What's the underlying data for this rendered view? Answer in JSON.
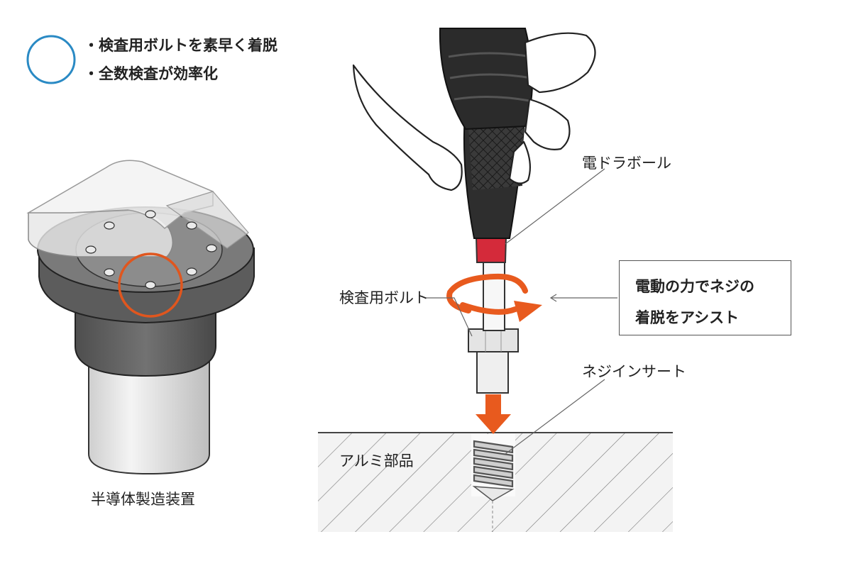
{
  "legend": {
    "bullets": [
      "・検査用ボルトを素早く着脱",
      "・全数検査が効率化"
    ],
    "marker_color": "#2a8ac4"
  },
  "labels": {
    "driver": "電ドラボール",
    "bolt": "検査用ボルト",
    "insert": "ネジインサート",
    "part": "アルミ部品",
    "device": "半導体製造装置"
  },
  "callout": {
    "line1": "電動の力でネジの",
    "line2": "着脱をアシスト"
  },
  "colors": {
    "accent": "#e85a1e",
    "driver_tip": "#d42a3a",
    "highlight_circle": "#e0561e"
  }
}
